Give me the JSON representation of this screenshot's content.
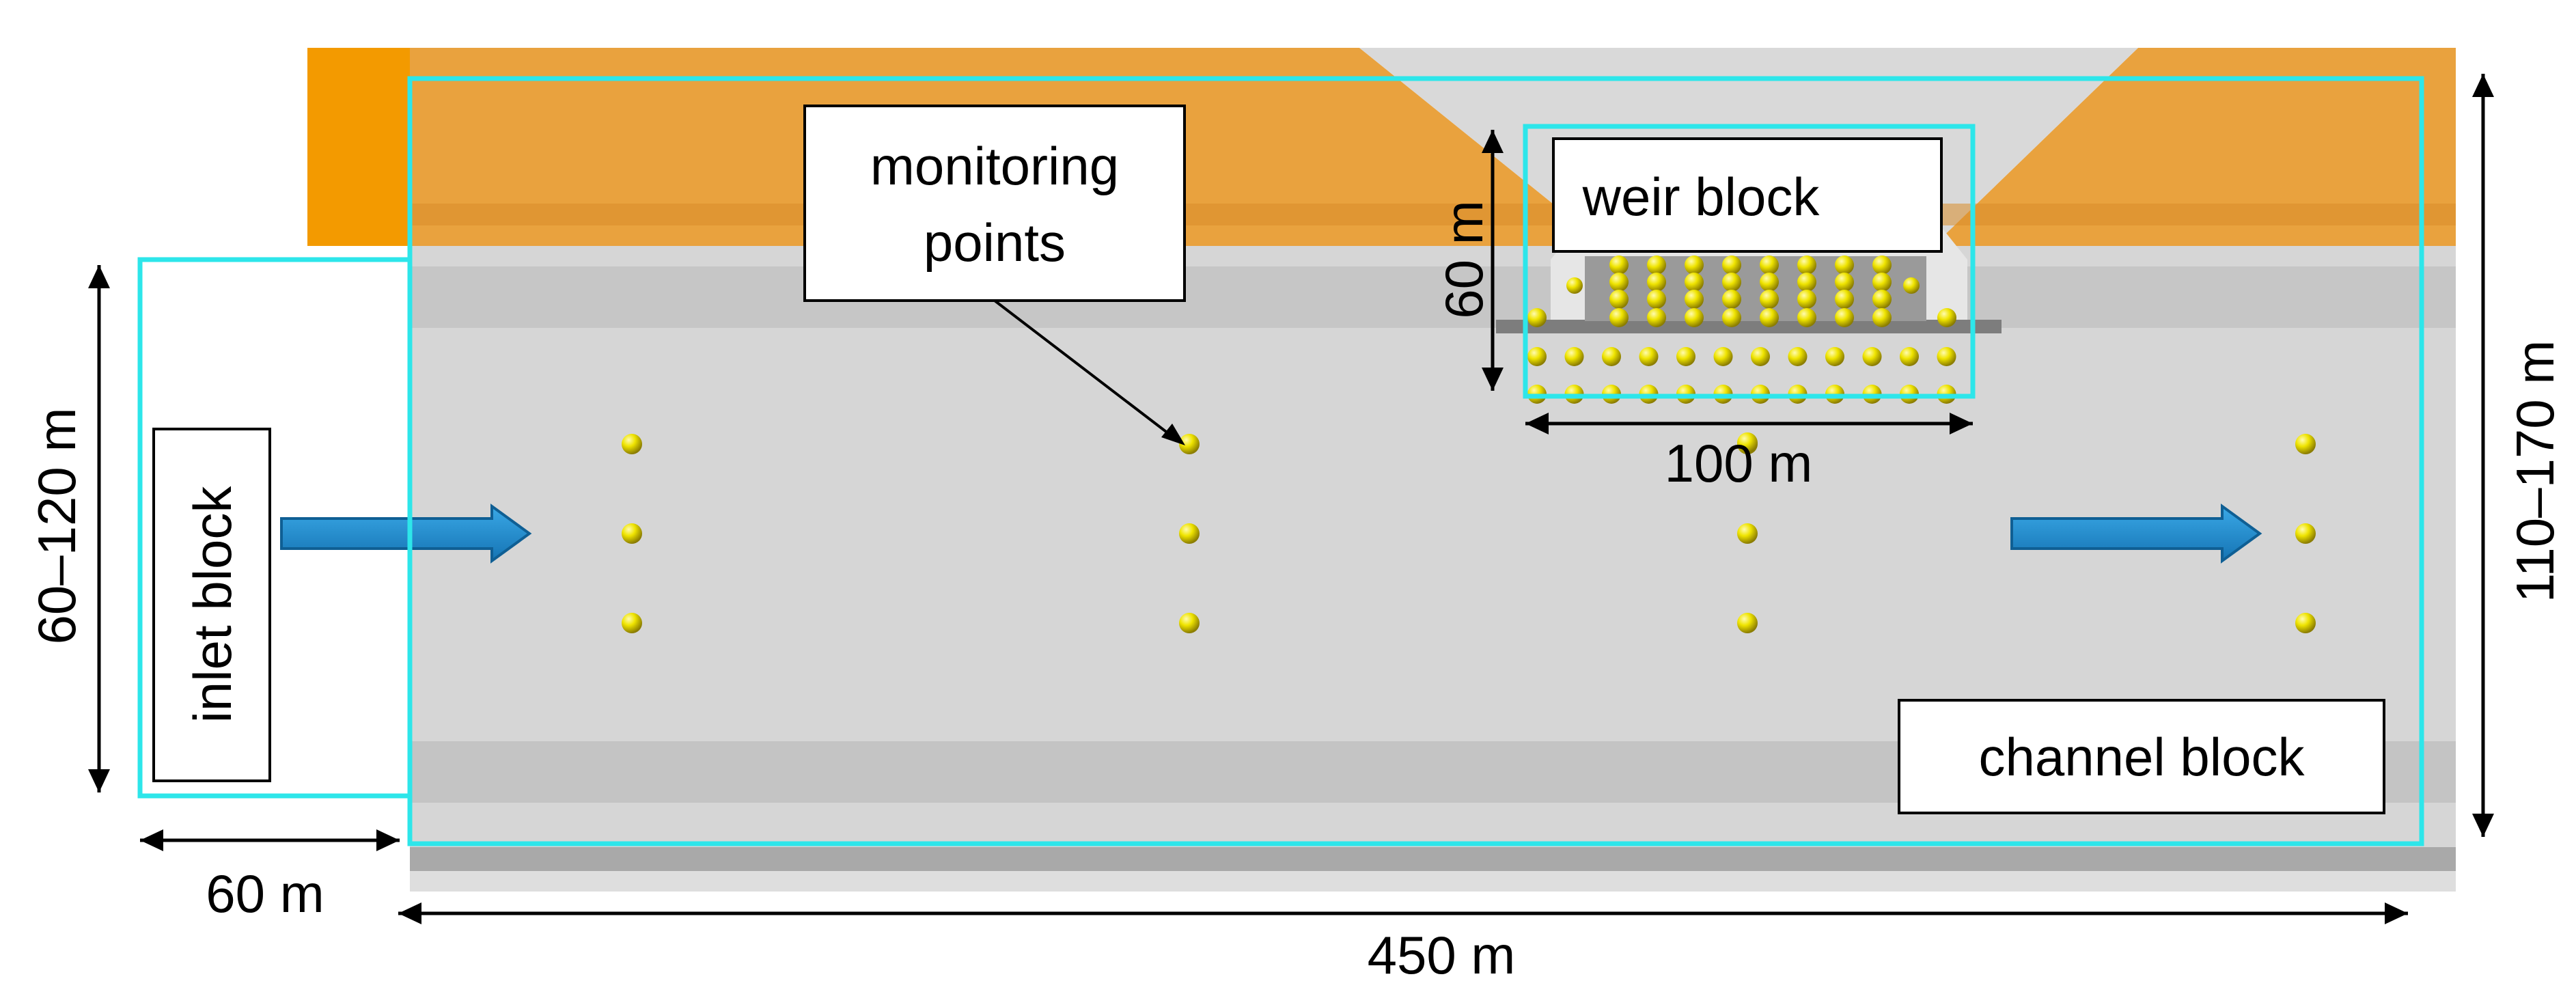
{
  "labels": {
    "inlet_block": "inlet block",
    "channel_block": "channel block",
    "weir_block": "weir block",
    "monitoring_points": [
      "monitoring",
      "points"
    ]
  },
  "dimensions": {
    "inlet_height": "60–120 m",
    "inlet_width": "60 m",
    "total_length": "450 m",
    "channel_height": "110–170 m",
    "weir_height": "60 m",
    "weir_width": "100 m"
  },
  "colors": {
    "block_outline": "#2de6ea",
    "bank": "#e9a23e",
    "bank_corner": "#f39a00",
    "channel_floor": "#d8d8d8",
    "channel_band": "#c8c8c8",
    "flow_arrow": "#1e88c8",
    "monitor_point": "#e8e000",
    "weir_body": "#8a8a8a"
  },
  "icons": {
    "flow_direction": "right-arrow-icon",
    "monitor_point": "sphere-icon"
  }
}
